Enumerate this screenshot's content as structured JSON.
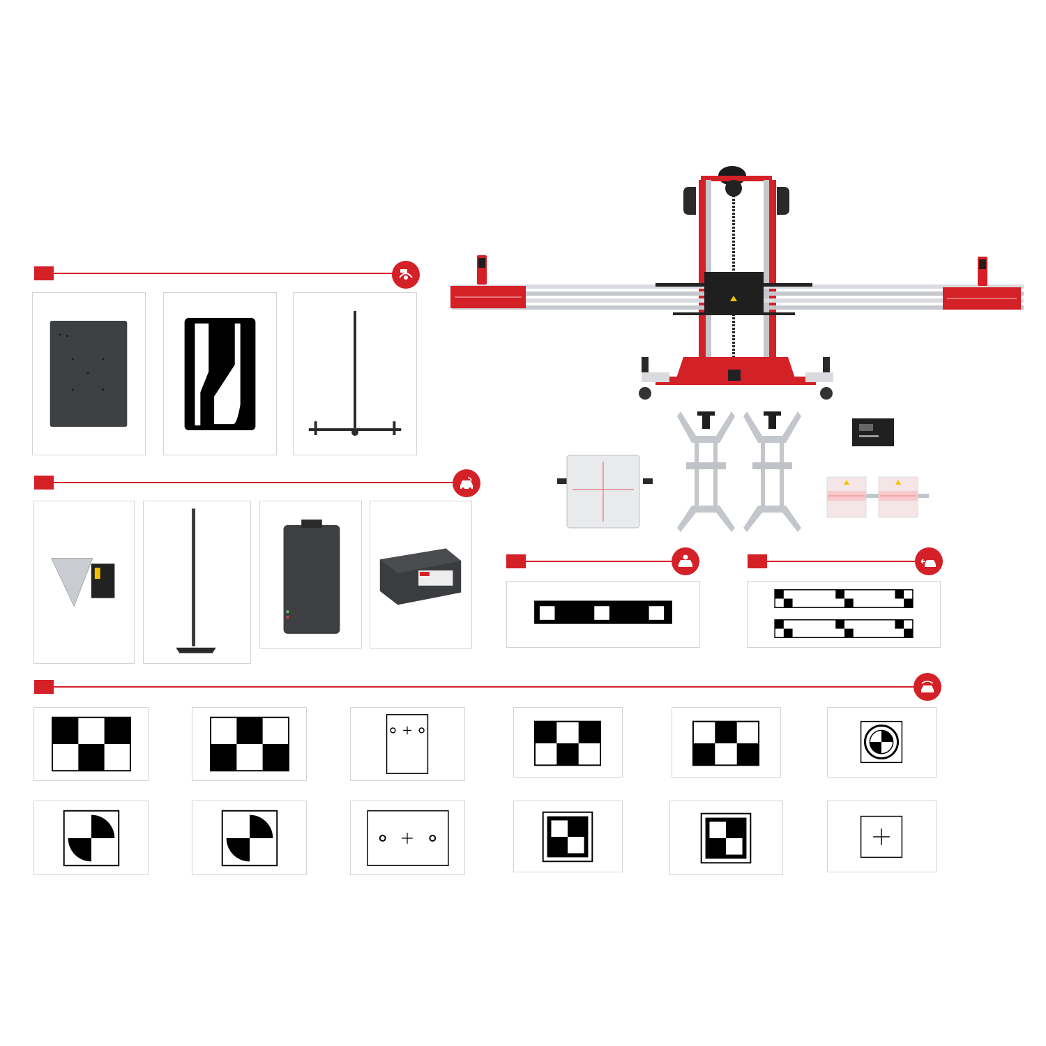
{
  "colors": {
    "accent": "#d42027",
    "card_border": "#d4d4d4",
    "device_dark": "#3d3f42",
    "rail_silver": "#c9ccd0"
  },
  "sections": [
    {
      "id": "section-1",
      "icon": "car-steering-gauge-icon"
    },
    {
      "id": "section-2",
      "icon": "car-radar-icon"
    },
    {
      "id": "section-3",
      "icon": "car-location-icon"
    },
    {
      "id": "section-4",
      "icon": "car-reverse-icon"
    },
    {
      "id": "section-5",
      "icon": "car-camera-icon"
    }
  ],
  "products": {
    "calibration_frame": "calibration-frame-icon",
    "wheel_clamp": "wheel-clamp-icon",
    "laser_target": "laser-target-icon",
    "card_device": "card-device-icon",
    "ruler_plates": "ruler-plate-icon"
  }
}
